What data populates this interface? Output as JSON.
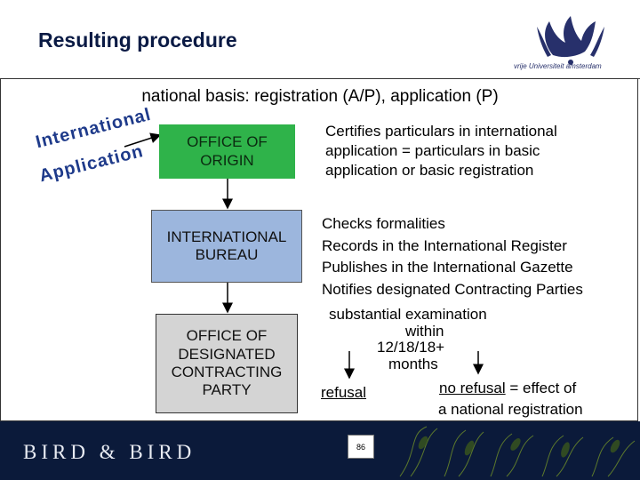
{
  "header": {
    "title": "Resulting procedure",
    "logo_text": "vrije Universiteit   amsterdam"
  },
  "subtitle": "national basis: registration (A/P), application (P)",
  "diagram": {
    "label_line1": "International",
    "label_line2": "Application",
    "office_origin": [
      "OFFICE OF",
      "ORIGIN"
    ],
    "international_bureau": [
      "INTERNATIONAL",
      "BUREAU"
    ],
    "office_designated": [
      "OFFICE OF",
      "DESIGNATED",
      "CONTRACTING",
      "PARTY"
    ]
  },
  "notes": {
    "certifies": [
      "Certifies particulars in international",
      "application = particulars in basic",
      "application or basic registration"
    ],
    "bureau_tasks": [
      "Checks formalities",
      "Records in the International Register",
      "Publishes in the International Gazette",
      "Notifies designated Contracting Parties"
    ],
    "examination": "substantial examination",
    "within": "within",
    "period": "12/18/18+",
    "months": "months",
    "refusal": "refusal",
    "no_refusal": "no refusal",
    "no_refusal_effect": " = effect of",
    "national_registration": "a national registration"
  },
  "footer": {
    "brand": "BIRD & BIRD",
    "page_number": "86"
  },
  "colors": {
    "footer_bg": "#0b1a3a",
    "origin_box": "#2fb34a",
    "bureau_box": "#9cb6dd",
    "dcp_box": "#d4d4d4",
    "diagonal_text": "#1e3a8a"
  }
}
